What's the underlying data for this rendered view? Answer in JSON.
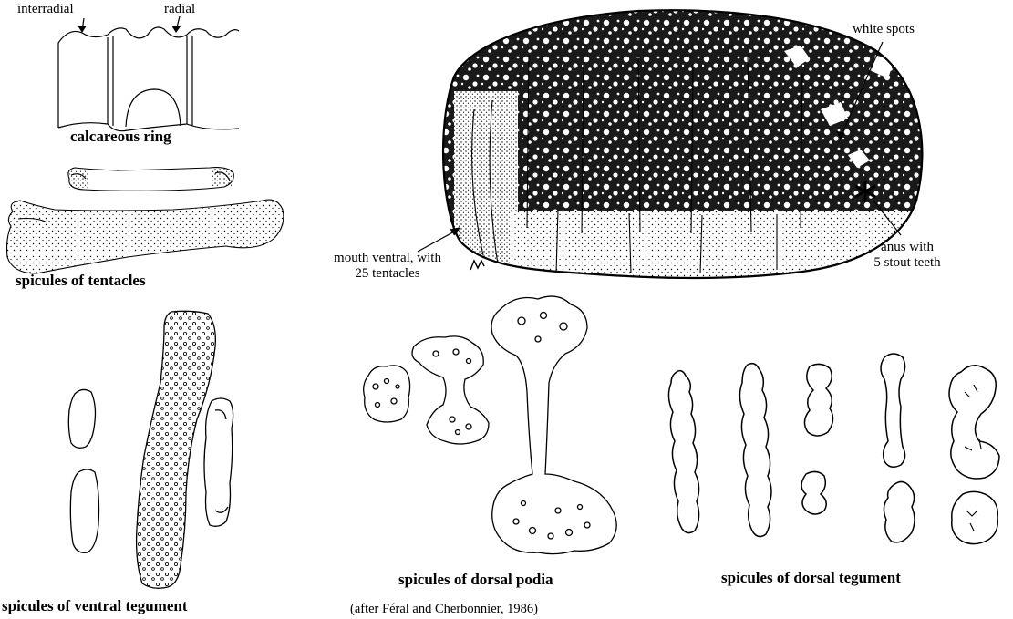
{
  "labels": {
    "interradial": "interradial",
    "radial": "radial",
    "white_spots": "white spots",
    "mouth_line1": "mouth ventral, with",
    "mouth_line2": "25 tentacles",
    "anus_line1": "anus with",
    "anus_line2": "5 stout teeth"
  },
  "captions": {
    "calcareous_ring": "calcareous ring",
    "tentacles": "spicules of tentacles",
    "ventral_tegument": "spicules of ventral tegument",
    "dorsal_podia": "spicules of dorsal podia",
    "dorsal_tegument": "spicules of dorsal tegument"
  },
  "credit": "(after Féral and Cherbonnier, 1986)"
}
